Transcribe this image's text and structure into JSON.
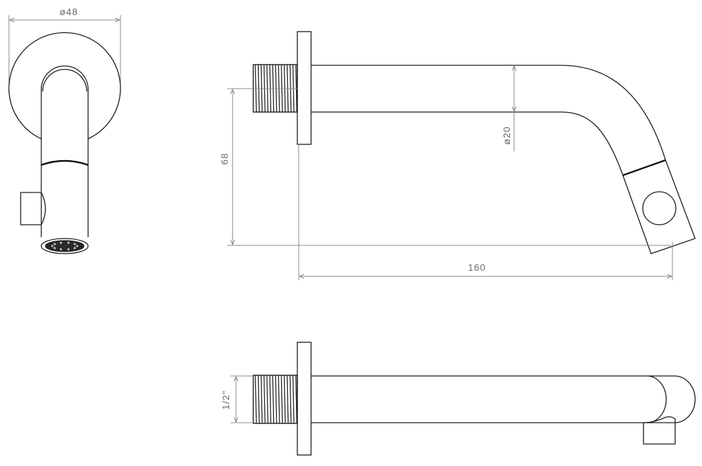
{
  "dimensions": {
    "front_diameter": "ø48",
    "tube_diameter": "ø20",
    "height": "68",
    "projection": "160",
    "thread": "1/2\""
  },
  "colors": {
    "line": "#1a1a1a",
    "dimension": "#8a8a8a"
  }
}
